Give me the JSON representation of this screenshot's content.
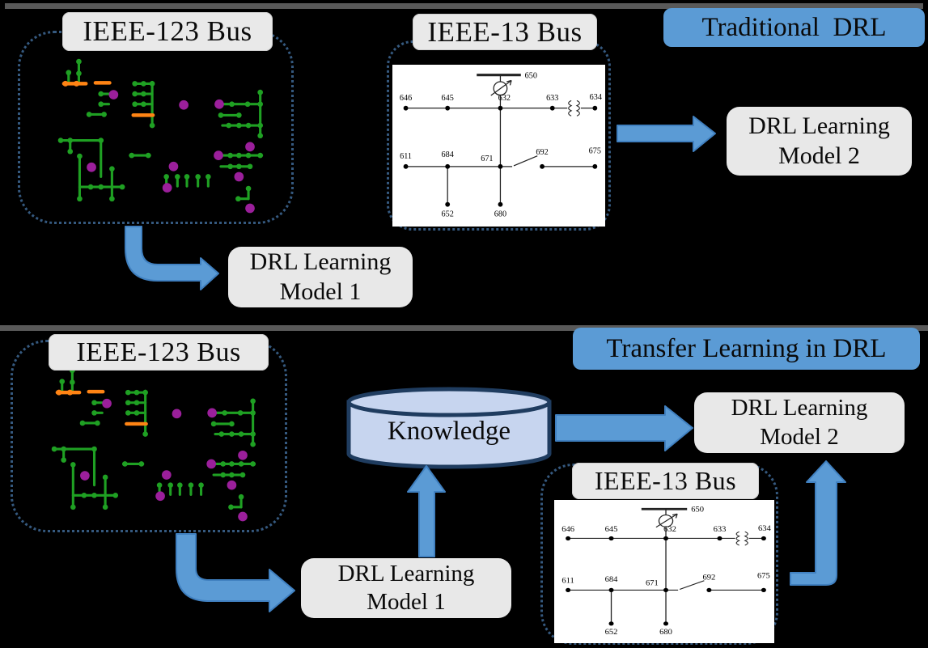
{
  "top": {
    "ieee123_label": "IEEE-123 Bus",
    "ieee13_label": "IEEE-13 Bus",
    "title": "Traditional  DRL",
    "model1": {
      "line1": "DRL Learning",
      "line2": "Model 1"
    },
    "model2": {
      "line1": "DRL Learning",
      "line2": "Model 2"
    }
  },
  "bottom": {
    "ieee123_label": "IEEE-123 Bus",
    "ieee13_label": "IEEE-13 Bus",
    "title": "Transfer Learning in DRL",
    "knowledge_label": "Knowledge",
    "model1": {
      "line1": "DRL Learning",
      "line2": "Model 1"
    },
    "model2": {
      "line1": "DRL Learning",
      "line2": "Model 2"
    }
  },
  "bus13": {
    "nodes": {
      "n650": "650",
      "n646": "646",
      "n645": "645",
      "n632": "632",
      "n633": "633",
      "n634": "634",
      "n611": "611",
      "n684": "684",
      "n671": "671",
      "n692": "692",
      "n675": "675",
      "n652": "652",
      "n680": "680"
    }
  },
  "colors": {
    "accent_blue": "#5B9BD5",
    "arrow_edge": "#4080C0",
    "knowledge_fill": "#C7D5EF",
    "knowledge_border": "#1F3C5F",
    "box_gray": "#E8E8E8",
    "divider_gray": "#595959",
    "dotted_border": "#35597F",
    "network_green": "#1FA023",
    "network_orange": "#FF8414",
    "network_magenta": "#9B1F9B",
    "background": "#000000"
  }
}
